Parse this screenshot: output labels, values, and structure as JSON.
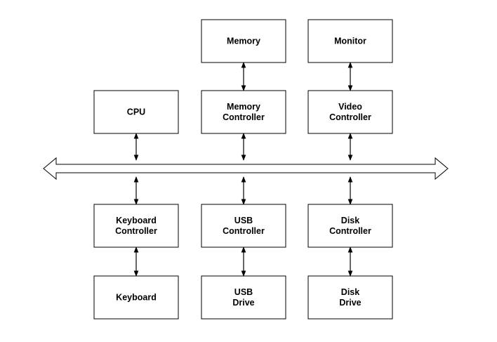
{
  "nodes": [
    {
      "id": "memory",
      "lines": [
        "Memory"
      ]
    },
    {
      "id": "monitor",
      "lines": [
        "Monitor"
      ]
    },
    {
      "id": "cpu",
      "lines": [
        "CPU"
      ]
    },
    {
      "id": "memory-controller",
      "lines": [
        "Memory",
        "Controller"
      ]
    },
    {
      "id": "video-controller",
      "lines": [
        "Video",
        "Controller"
      ]
    },
    {
      "id": "keyboard-controller",
      "lines": [
        "Keyboard",
        "Controller"
      ]
    },
    {
      "id": "usb-controller",
      "lines": [
        "USB",
        "Controller"
      ]
    },
    {
      "id": "disk-controller",
      "lines": [
        "Disk",
        "Controller"
      ]
    },
    {
      "id": "keyboard",
      "lines": [
        "Keyboard"
      ]
    },
    {
      "id": "usb-drive",
      "lines": [
        "USB",
        "Drive"
      ]
    },
    {
      "id": "disk-drive",
      "lines": [
        "Disk",
        "Drive"
      ]
    }
  ],
  "edges": [
    {
      "from": "memory",
      "to": "memory-controller",
      "direction": "both"
    },
    {
      "from": "monitor",
      "to": "video-controller",
      "direction": "both"
    },
    {
      "from": "cpu",
      "to": "bus",
      "direction": "both"
    },
    {
      "from": "memory-controller",
      "to": "bus",
      "direction": "both"
    },
    {
      "from": "video-controller",
      "to": "bus",
      "direction": "both"
    },
    {
      "from": "bus",
      "to": "keyboard-controller",
      "direction": "both"
    },
    {
      "from": "bus",
      "to": "usb-controller",
      "direction": "both"
    },
    {
      "from": "bus",
      "to": "disk-controller",
      "direction": "both"
    },
    {
      "from": "keyboard-controller",
      "to": "keyboard",
      "direction": "both"
    },
    {
      "from": "usb-controller",
      "to": "usb-drive",
      "direction": "both"
    },
    {
      "from": "disk-controller",
      "to": "disk-drive",
      "direction": "both"
    }
  ],
  "bus": {
    "id": "bus",
    "direction": "both"
  }
}
